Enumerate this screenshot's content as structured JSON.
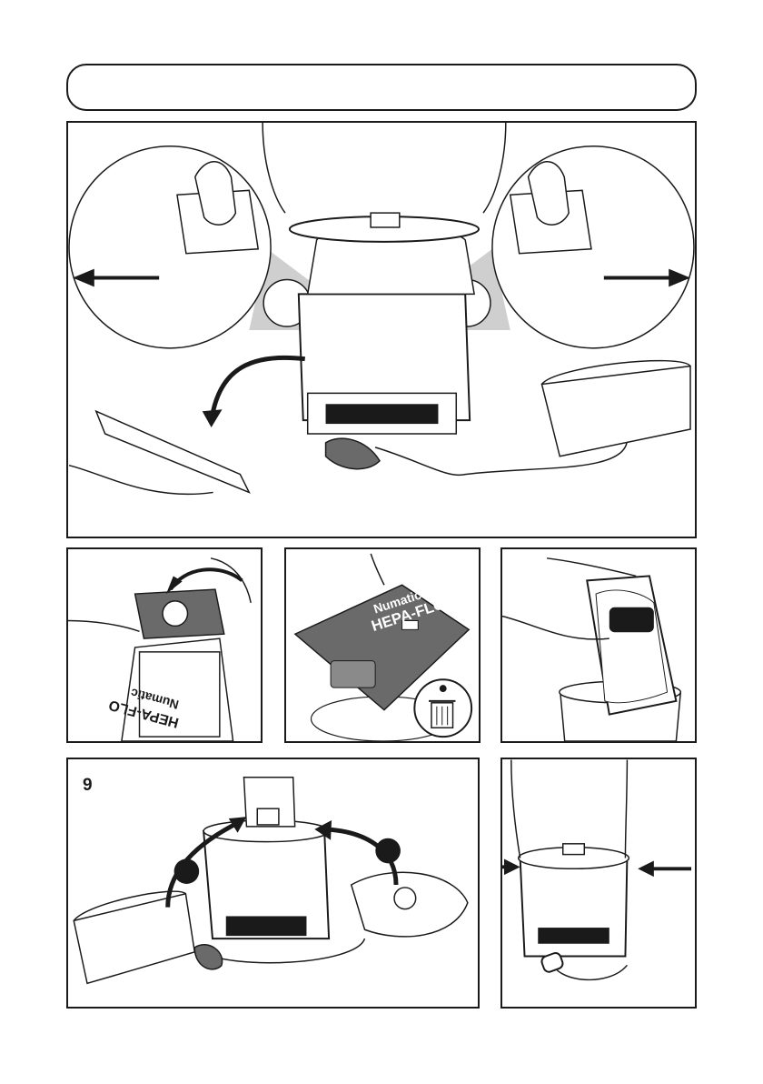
{
  "header": {
    "title": ""
  },
  "steps": {
    "step9_number": "9"
  },
  "bag_label": {
    "brand": "Numatic",
    "product": "HEPA-FLO"
  },
  "bag_label_inverted": {
    "brand": "Numatic",
    "product": "HEPA-FLO"
  },
  "colors": {
    "line": "#1a1a1a",
    "bag_fill": "#6a6a6a",
    "zoom_shade": "#cfcfcf",
    "background": "#ffffff"
  },
  "icons": [
    "arrow-left-icon",
    "arrow-right-icon",
    "curved-arrow-icon",
    "dustbin-icon"
  ]
}
